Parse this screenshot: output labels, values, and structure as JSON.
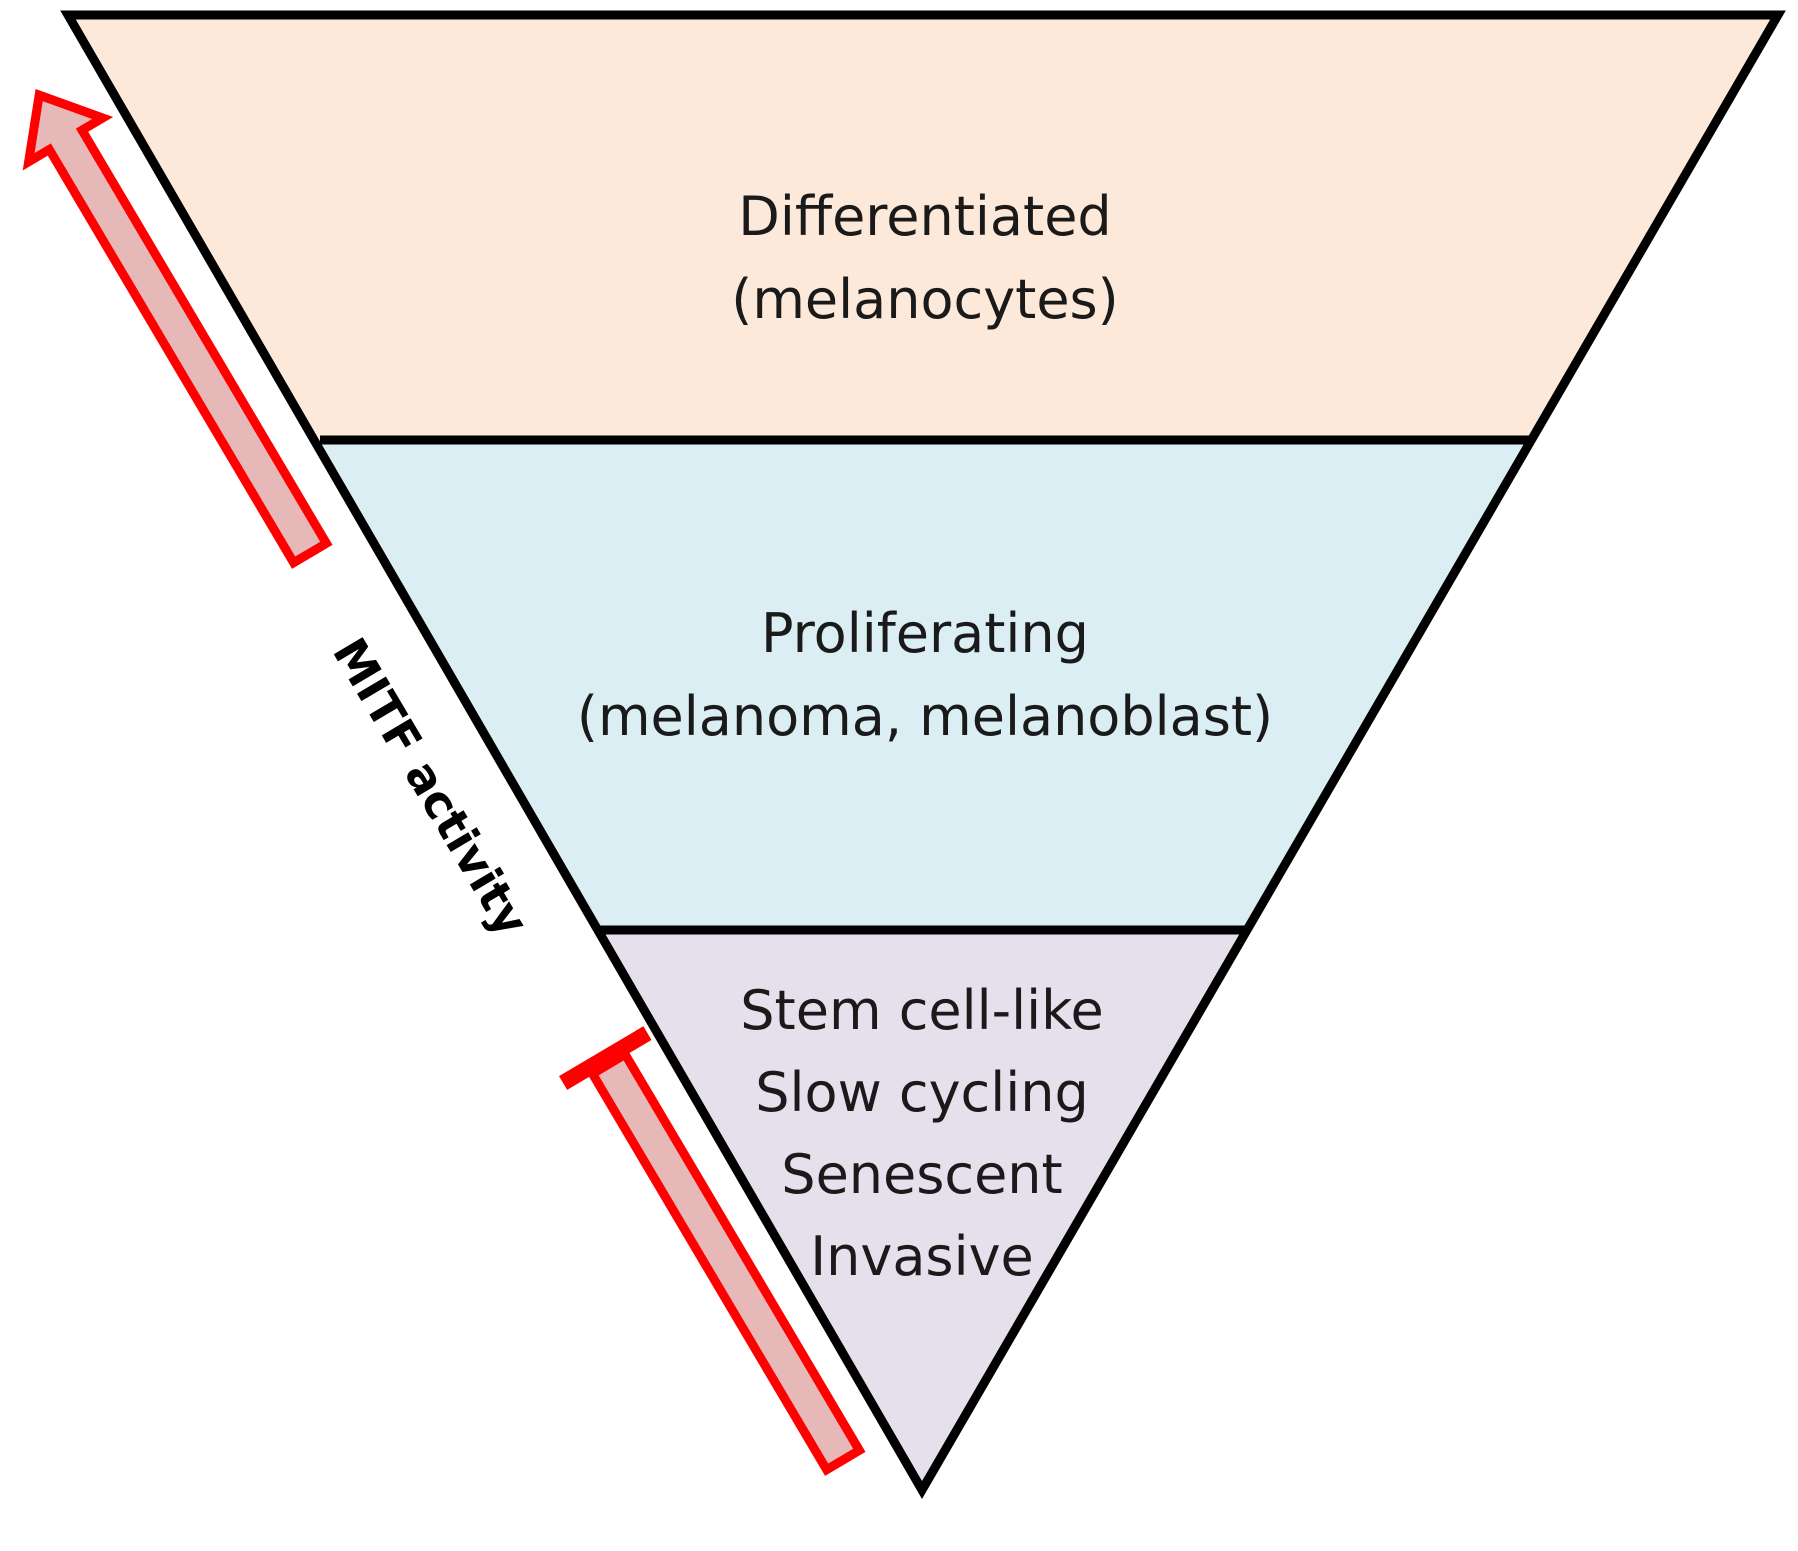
{
  "tiers": {
    "top": {
      "line1": "Differentiated",
      "line2": "(melanocytes)",
      "fill": "#fde9d9"
    },
    "middle": {
      "line1": "Proliferating",
      "line2": "(melanoma, melanoblast)",
      "fill": "#daeef3"
    },
    "bottom": {
      "line1": "Stem cell-like",
      "line2": "Slow cycling",
      "line3": "Senescent",
      "line4": "Invasive",
      "fill": "#e5e0ec"
    }
  },
  "axis": {
    "label": "MITF activity"
  },
  "colors": {
    "outline": "#000000",
    "arrow_stroke": "#ff0000",
    "arrow_fill": "#e6b9b8"
  }
}
